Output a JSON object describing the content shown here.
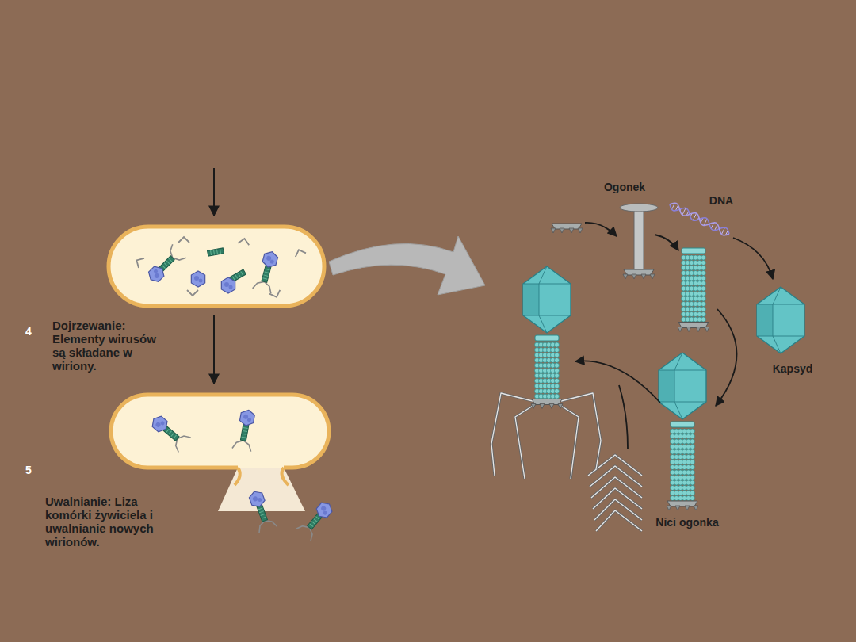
{
  "diagram": {
    "nodes": [
      {
        "text": [
          "4"
        ]
      },
      {
        "text": [
          "5"
        ]
      },
      {
        "text": [
          "Ogonek",
          "DNA",
          "Kapsyd",
          "Nici ogonka"
        ]
      }
    ],
    "labels": [
      "Dojrzewanie: Elementy wirusów są składane w wiriony.",
      "Uwalnianie: Liza komórki żywiciela i uwalnianie nowych wirionów."
    ]
  }
}
